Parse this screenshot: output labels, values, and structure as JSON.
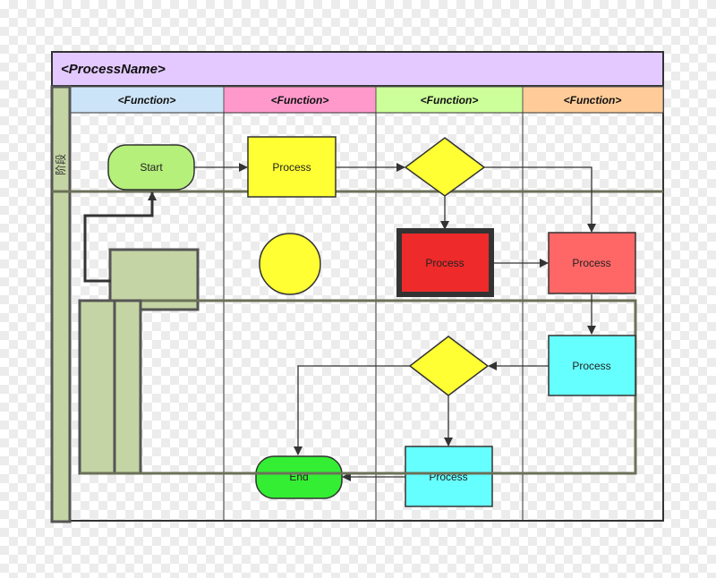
{
  "title": "<ProcessName>",
  "lanes": [
    {
      "label": "<Function>",
      "color": "#cce4f7"
    },
    {
      "label": "<Function>",
      "color": "#ff99cc"
    },
    {
      "label": "<Function>",
      "color": "#ccff99"
    },
    {
      "label": "<Function>",
      "color": "#ffcc99"
    }
  ],
  "phase_label": "阶段",
  "nodes": {
    "start": "Start",
    "process_1": "Process",
    "process_2": "Process",
    "process_3": "Process",
    "process_4": "Process",
    "process_5": "Process",
    "end": "End"
  },
  "colors": {
    "header": "#e3c9ff",
    "phase": "#c4d4a4",
    "start": "#b4f07a",
    "yellow": "#ffff33",
    "red_dark": "#ee2a2a",
    "red_light": "#ff6666",
    "cyan": "#66ffff",
    "end": "#33ee33"
  }
}
